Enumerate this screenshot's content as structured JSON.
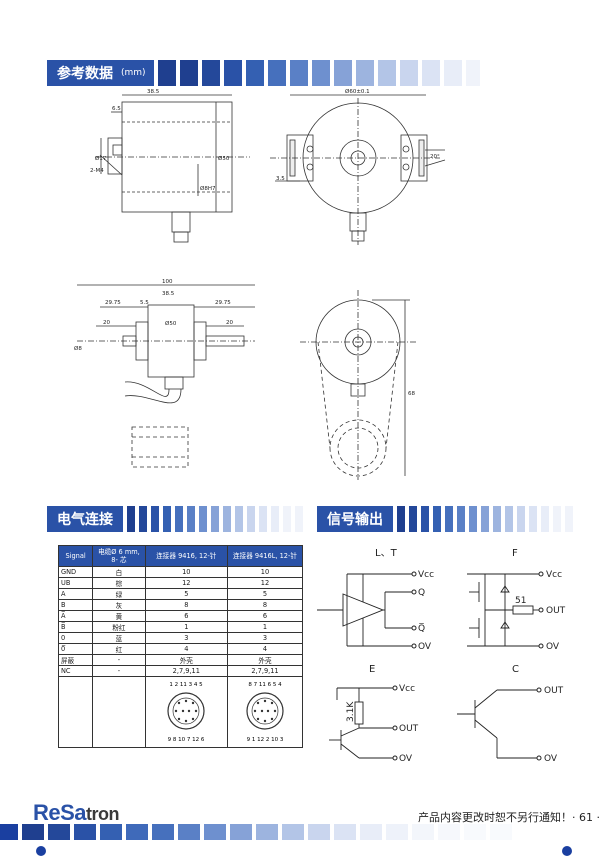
{
  "sections": {
    "dimensions": {
      "title": "参考数据",
      "unit": "(mm)"
    },
    "electrical": {
      "title": "电气连接"
    },
    "signal": {
      "title": "信号输出"
    }
  },
  "drawing_labels": {
    "top_left": {
      "width": "38.5",
      "off": "6.5",
      "bolt": "2-M4",
      "d1": "Ø17",
      "d2": "Ø50",
      "d3": "Ø8H7"
    },
    "top_right": {
      "pcd": "Ø60±0.1",
      "off": "3.5",
      "angle": "20°"
    },
    "bottom_left": {
      "total": "100",
      "body": "38.5",
      "left": "29.75",
      "right": "29.75",
      "off": "5.5",
      "shaft_l": "20",
      "shaft_r": "20",
      "dia": "Ø50",
      "dshaft": "Ø8"
    },
    "bottom_right": {
      "height": "68"
    }
  },
  "table": {
    "headers": [
      "Signal",
      "电缆Ø 6 mm, 8- 芯",
      "连接器 9416, 12-针",
      "连接器 9416L, 12-针"
    ],
    "rows": [
      [
        "GND",
        "白",
        "10",
        "10"
      ],
      [
        "UB",
        "棕",
        "12",
        "12"
      ],
      [
        "A",
        "绿",
        "5",
        "5"
      ],
      [
        "B",
        "灰",
        "8",
        "8"
      ],
      [
        "A̅",
        "黄",
        "6",
        "6"
      ],
      [
        "B̅",
        "粉红",
        "1",
        "1"
      ],
      [
        "0",
        "蓝",
        "3",
        "3"
      ],
      [
        "0̅",
        "红",
        "4",
        "4"
      ],
      [
        "屏蔽",
        "-",
        "外壳",
        "外壳"
      ],
      [
        "NC",
        "-",
        "2,7,9,11",
        "2,7,9,11"
      ]
    ],
    "connector_a_top": "1  2  11  3  4  5",
    "connector_a_bottom": "9  8  10  7  12  6",
    "connector_b_top": "8  7  11  6  5  4",
    "connector_b_bottom": "9  1  12  2  10  3"
  },
  "circuits": {
    "lt": {
      "title": "L、T",
      "vcc": "Vcc",
      "q": "Q",
      "qbar": "Q̅",
      "ov": "OV"
    },
    "f": {
      "title": "F",
      "vcc": "Vcc",
      "r": "51",
      "out": "OUT",
      "ov": "OV"
    },
    "e": {
      "title": "E",
      "vcc": "Vcc",
      "r": "3.1K",
      "out": "OUT",
      "ov": "OV"
    },
    "c": {
      "title": "C",
      "out": "OUT",
      "ov": "OV"
    }
  },
  "footer": {
    "logo_a": "ReSa",
    "logo_b": "tron",
    "notice": "产品内容更改时恕不另行通知！· 61 ·"
  },
  "colors": {
    "brand": "#2a52a7",
    "brand_light": "#c9d3ee"
  }
}
